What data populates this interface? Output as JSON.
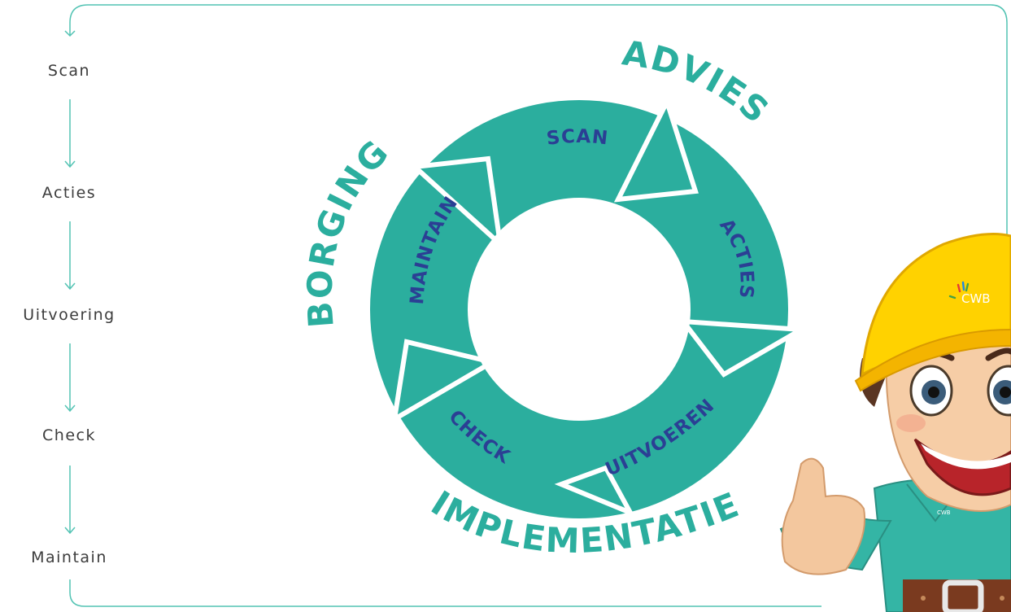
{
  "sidebar": {
    "steps": [
      {
        "label": "Scan"
      },
      {
        "label": "Acties"
      },
      {
        "label": "Uitvoering"
      },
      {
        "label": "Check"
      },
      {
        "label": "Maintain"
      }
    ]
  },
  "cycle": {
    "segments": [
      {
        "label": "SCAN"
      },
      {
        "label": "ACTIES"
      },
      {
        "label": "UITVOEREN"
      },
      {
        "label": "CHECK"
      },
      {
        "label": "MAINTAIN"
      }
    ],
    "phases": {
      "advies": "ADVIES",
      "implementatie": "IMPLEMENTATIE",
      "borging": "BORGING"
    }
  },
  "mascot": {
    "helmet_logo": "CWB",
    "shirt_logo": "CWB"
  },
  "colors": {
    "accent": "#2bae9e",
    "segment_text": "#2b3f94",
    "line": "#52c3b3"
  }
}
